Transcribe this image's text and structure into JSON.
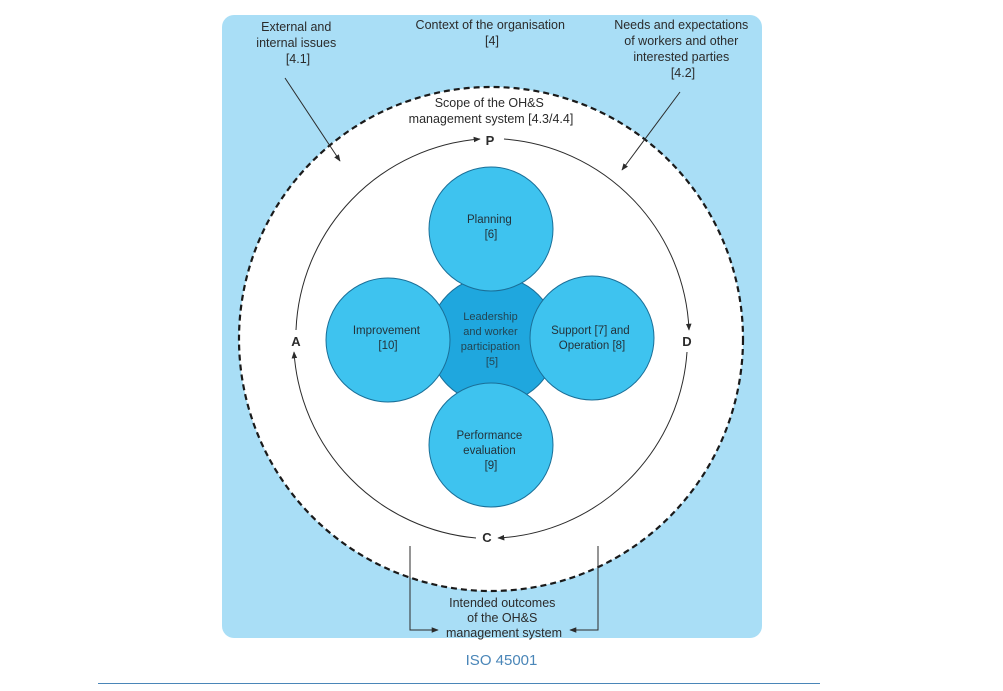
{
  "diagram": {
    "context": [
      "Context of the organisation",
      "[4]"
    ],
    "issues": [
      "External and",
      "internal issues",
      "[4.1]"
    ],
    "needs": [
      "Needs and expectations",
      "of workers and other",
      "interested parties",
      "[4.2]"
    ],
    "scope": [
      "Scope of the OH&S",
      "management system [4.3/4.4]"
    ],
    "outcomes": [
      "Intended outcomes",
      "of the OH&S",
      "management system"
    ],
    "pdca": {
      "p": "P",
      "d": "D",
      "c": "C",
      "a": "A"
    },
    "planning": [
      "Planning",
      "[6]"
    ],
    "support": [
      "Support [7] and",
      "Operation [8]"
    ],
    "performance": [
      "Performance",
      "evaluation",
      "[9]"
    ],
    "improvement": [
      "Improvement",
      "[10]"
    ],
    "leadership": [
      "Leadership",
      "and worker",
      "participation",
      "[5]"
    ]
  },
  "caption": "ISO 45001",
  "colors": {
    "panel": "#a9def6",
    "inner_circle": "#ffffff",
    "outer_circles": "#3ec3ef",
    "center_circle": "#1fa7de",
    "caption": "#4a86b8"
  }
}
